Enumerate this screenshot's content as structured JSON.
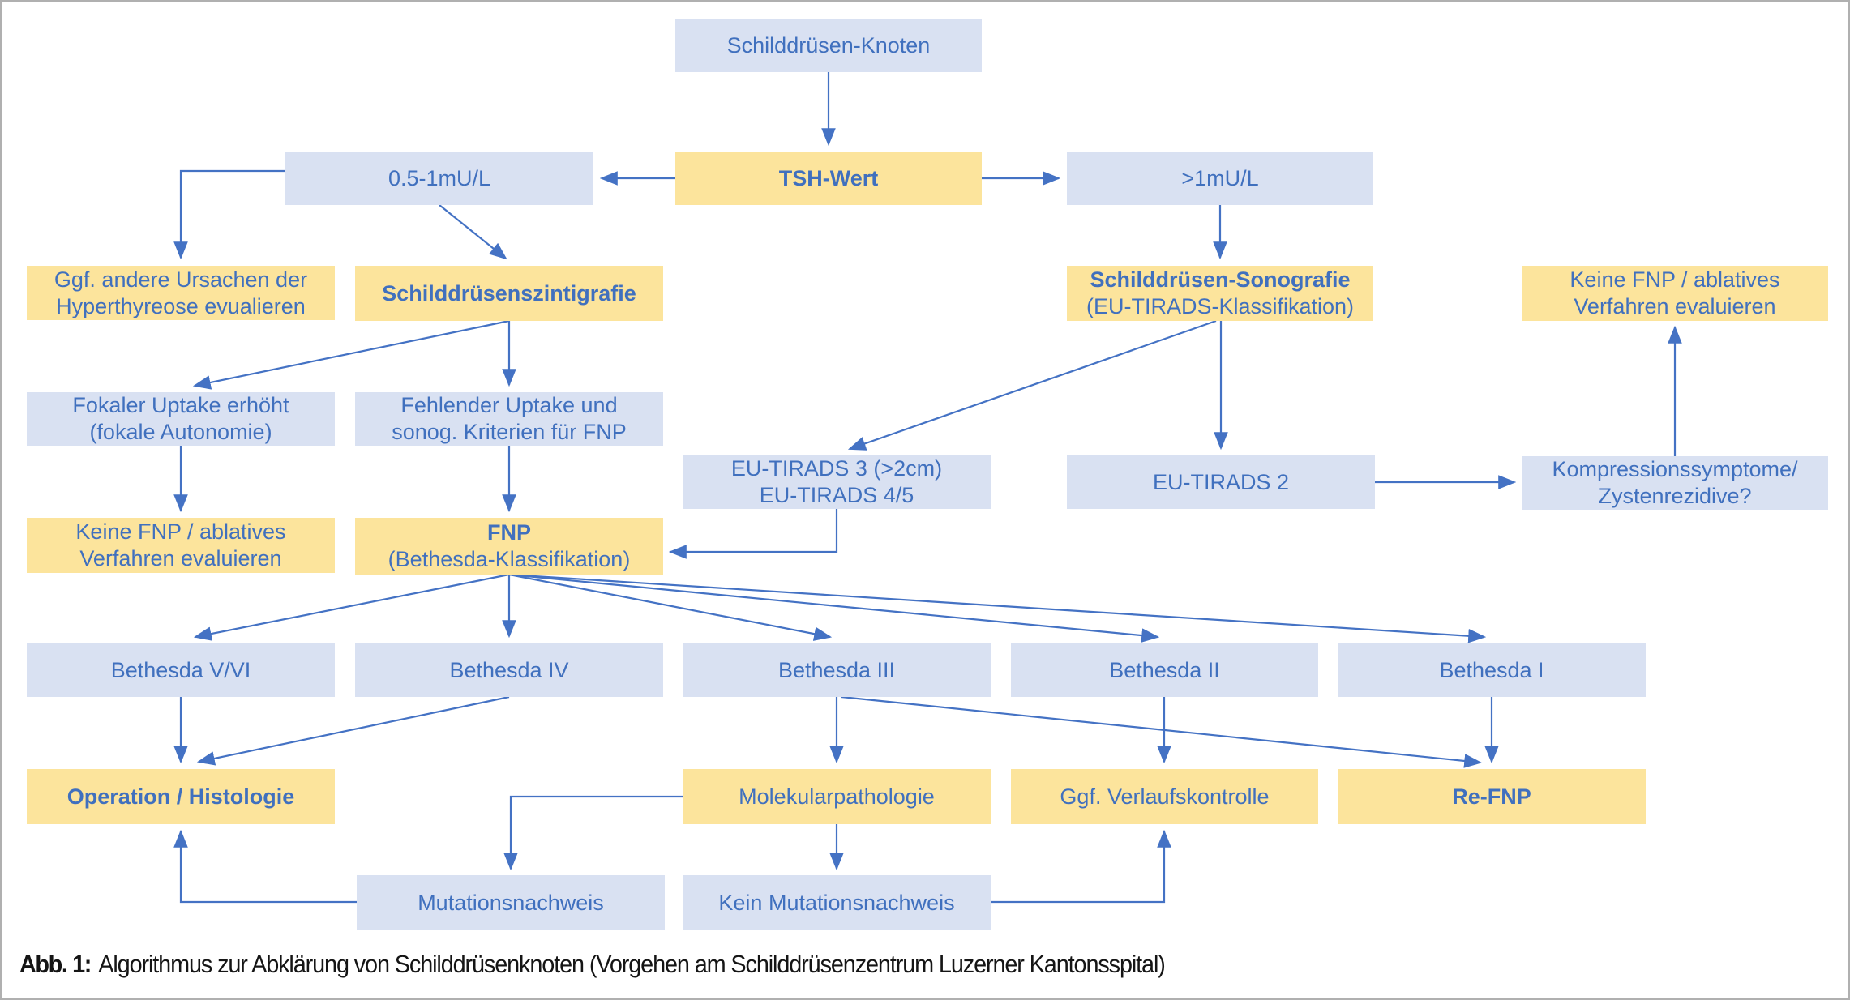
{
  "figure": {
    "caption_label": "Abb. 1:",
    "caption_text": "Algorithmus zur Abklärung von Schilddrüsenknoten (Vorgehen am Schilddrüsenzentrum Luzerner Kantonsspital)"
  },
  "colors": {
    "node_blue_bg": "#d9e1f2",
    "node_yellow_bg": "#fce49c",
    "text_blue": "#4070be",
    "arrow_blue": "#4472c4",
    "frame_gray": "#b0b0b0",
    "caption_black": "#151515"
  },
  "nodes": {
    "schilddruesen_knoten": {
      "label": "Schilddrüsen-Knoten"
    },
    "tsh_wert": {
      "label": "TSH-Wert"
    },
    "tsh_low": {
      "label": "0.5-1mU/L"
    },
    "tsh_high": {
      "label": ">1mU/L"
    },
    "andere_ursachen": {
      "line1": "Ggf. andere Ursachen der",
      "line2": "Hyperthyreose evualieren"
    },
    "szintigrafie": {
      "label": "Schilddrüsenszintigrafie"
    },
    "sonografie": {
      "title": "Schilddrüsen-Sonografie",
      "subtitle": "(EU-TIRADS-Klassifikation)"
    },
    "keine_fnp_rechts": {
      "line1": "Keine FNP / ablatives",
      "line2": "Verfahren evaluieren"
    },
    "fokaler_uptake": {
      "line1": "Fokaler Uptake erhöht",
      "line2": "(fokale Autonomie)"
    },
    "fehlender_uptake": {
      "line1": "Fehlender Uptake und",
      "line2": "sonog. Kriterien für FNP"
    },
    "eu_tirads_3": {
      "line1": "EU-TIRADS 3 (>2cm)",
      "line2": "EU-TIRADS 4/5"
    },
    "eu_tirads_2": {
      "label": "EU-TIRADS 2"
    },
    "kompressionssymptome": {
      "line1": "Kompressionssymptome/",
      "line2": "Zystenrezidive?"
    },
    "keine_fnp_links": {
      "line1": "Keine FNP / ablatives",
      "line2": "Verfahren evaluieren"
    },
    "fnp": {
      "title": "FNP",
      "subtitle": "(Bethesda-Klassifikation)"
    },
    "bethesda_5_6": {
      "label": "Bethesda V/VI"
    },
    "bethesda_4": {
      "label": "Bethesda IV"
    },
    "bethesda_3": {
      "label": "Bethesda III"
    },
    "bethesda_2": {
      "label": "Bethesda II"
    },
    "bethesda_1": {
      "label": "Bethesda I"
    },
    "operation": {
      "label": "Operation / Histologie"
    },
    "molekularpathologie": {
      "label": "Molekularpathologie"
    },
    "verlaufskontrolle": {
      "label": "Ggf. Verlaufskontrolle"
    },
    "re_fnp": {
      "label": "Re-FNP"
    },
    "mutationsnachweis": {
      "label": "Mutationsnachweis"
    },
    "kein_mutationsnachweis": {
      "label": "Kein Mutationsnachweis"
    }
  },
  "edges": [
    {
      "from": "schilddruesen_knoten",
      "to": "tsh_wert"
    },
    {
      "from": "tsh_wert",
      "to": "tsh_low"
    },
    {
      "from": "tsh_wert",
      "to": "tsh_high"
    },
    {
      "from": "tsh_low",
      "to": "andere_ursachen"
    },
    {
      "from": "tsh_low",
      "to": "szintigrafie"
    },
    {
      "from": "tsh_high",
      "to": "sonografie"
    },
    {
      "from": "szintigrafie",
      "to": "fokaler_uptake"
    },
    {
      "from": "szintigrafie",
      "to": "fehlender_uptake"
    },
    {
      "from": "sonografie",
      "to": "eu_tirads_3"
    },
    {
      "from": "sonografie",
      "to": "eu_tirads_2"
    },
    {
      "from": "eu_tirads_3",
      "to": "fnp"
    },
    {
      "from": "eu_tirads_2",
      "to": "kompressionssymptome"
    },
    {
      "from": "kompressionssymptome",
      "to": "keine_fnp_rechts"
    },
    {
      "from": "fokaler_uptake",
      "to": "keine_fnp_links"
    },
    {
      "from": "fehlender_uptake",
      "to": "fnp"
    },
    {
      "from": "fnp",
      "to": "bethesda_5_6"
    },
    {
      "from": "fnp",
      "to": "bethesda_4"
    },
    {
      "from": "fnp",
      "to": "bethesda_3"
    },
    {
      "from": "fnp",
      "to": "bethesda_2"
    },
    {
      "from": "fnp",
      "to": "bethesda_1"
    },
    {
      "from": "bethesda_5_6",
      "to": "operation"
    },
    {
      "from": "bethesda_4",
      "to": "operation"
    },
    {
      "from": "bethesda_3",
      "to": "molekularpathologie"
    },
    {
      "from": "bethesda_3",
      "to": "re_fnp"
    },
    {
      "from": "bethesda_2",
      "to": "verlaufskontrolle"
    },
    {
      "from": "bethesda_1",
      "to": "re_fnp"
    },
    {
      "from": "molekularpathologie",
      "to": "mutationsnachweis"
    },
    {
      "from": "molekularpathologie",
      "to": "kein_mutationsnachweis"
    },
    {
      "from": "mutationsnachweis",
      "to": "operation"
    },
    {
      "from": "kein_mutationsnachweis",
      "to": "verlaufskontrolle"
    }
  ]
}
